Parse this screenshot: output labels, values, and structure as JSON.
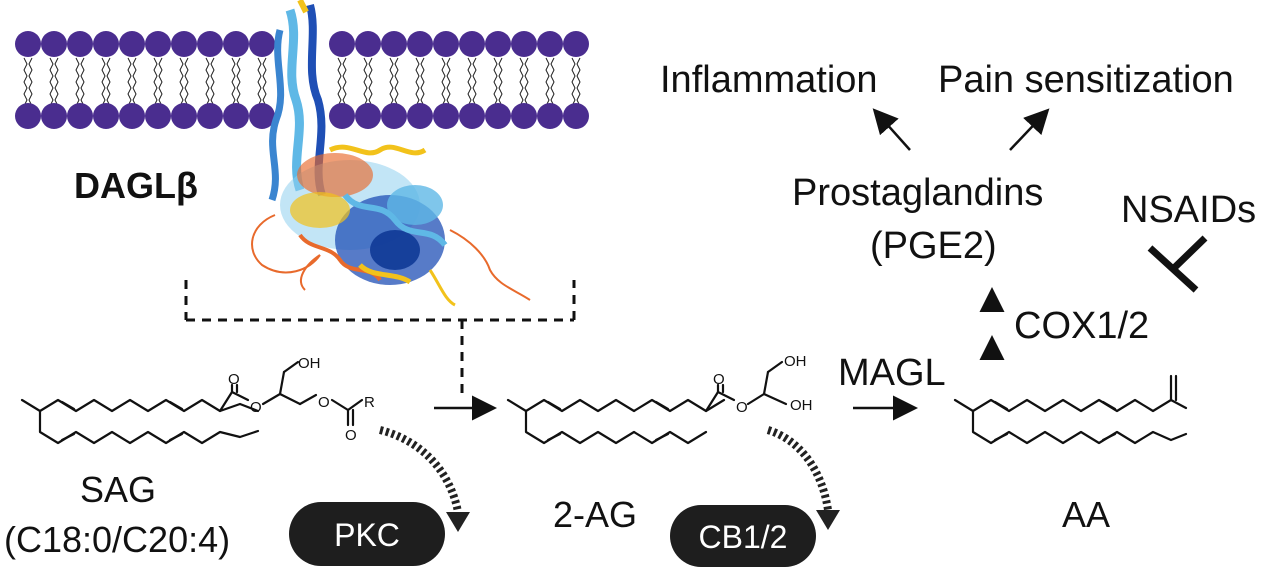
{
  "labels": {
    "protein": "DAGLβ",
    "inflammation": "Inflammation",
    "pain": "Pain sensitization",
    "prostaglandins": "Prostaglandins",
    "pge2": "(PGE2)",
    "nsaids": "NSAIDs",
    "cox": "COX1/2",
    "magl": "MAGL",
    "sag": "SAG",
    "sag_sub": "(C18:0/C20:4)",
    "two_ag": "2-AG",
    "aa": "AA",
    "pkc": "PKC",
    "cb": "CB1/2"
  },
  "atoms": {
    "oh": "OH",
    "o": "O",
    "r": "R"
  },
  "colors": {
    "lipid_head": "#4a2d8f",
    "pill": "#1e1e1e",
    "helix_dark": "#1f4fb5",
    "helix_light": "#5fb8e6",
    "loop_orange": "#e86a2c",
    "helix_yellow": "#f2c21b"
  }
}
